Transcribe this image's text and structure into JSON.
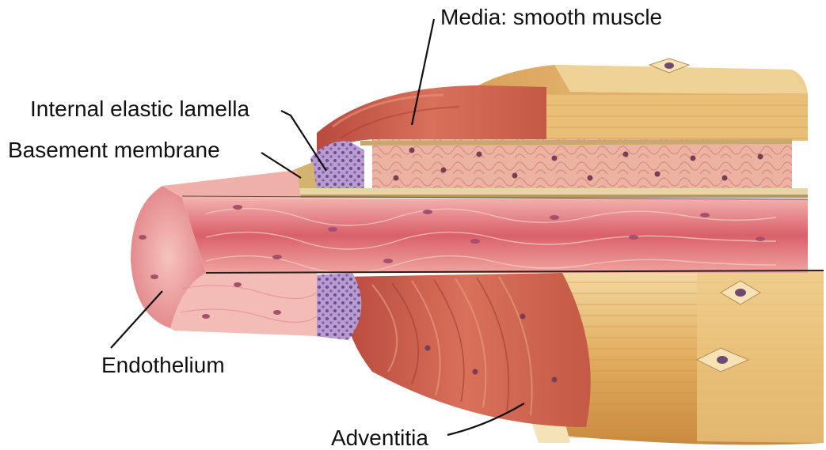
{
  "labels": {
    "media": "Media: smooth muscle",
    "internal_elastic_lamella": "Internal elastic lamella",
    "basement_membrane": "Basement membrane",
    "endothelium": "Endothelium",
    "adventitia": "Adventitia"
  },
  "colors": {
    "endothelium": "#e98f96",
    "endothelium_light": "#f4b7b4",
    "media_muscle": "#c9584a",
    "media_cells": "#e5a592",
    "elastic_lamella": "#8a6ba8",
    "basement": "#c9a86b",
    "adventitia": "#e5b86f",
    "adventitia_light": "#f2d79e",
    "nucleus": "#7b4a6e",
    "leader": "#111111"
  }
}
